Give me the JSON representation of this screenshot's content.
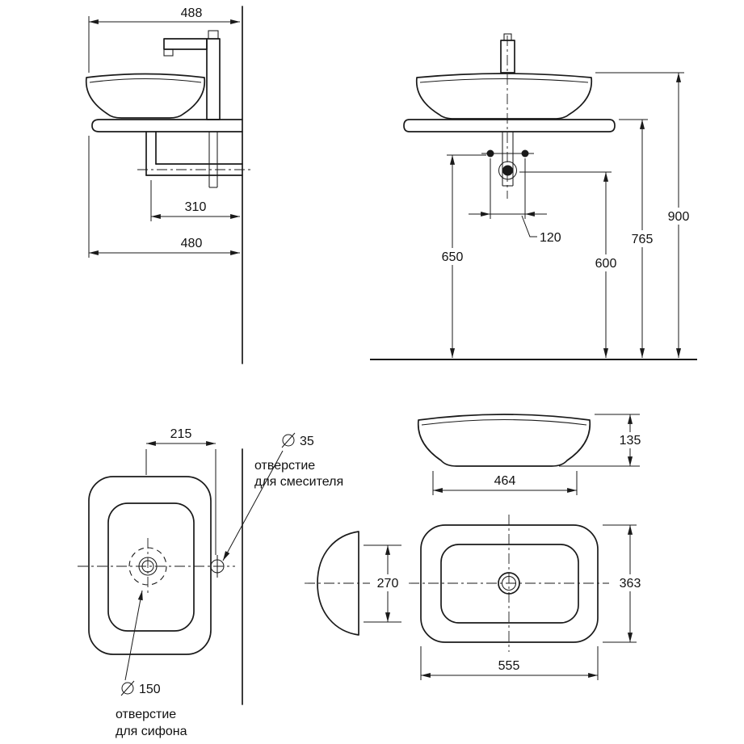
{
  "colors": {
    "ink": "#1a1a1a",
    "paper": "#ffffff"
  },
  "dims": {
    "d488": "488",
    "d310": "310",
    "d480": "480",
    "d120": "120",
    "d650": "650",
    "d600": "600",
    "d765": "765",
    "d900": "900",
    "d215": "215",
    "d35": "35",
    "d150": "150",
    "d135": "135",
    "d464": "464",
    "d270": "270",
    "d363": "363",
    "d555": "555"
  },
  "labels": {
    "mixer1": "отверстие",
    "mixer2": "для смесителя",
    "siphon1": "отверстие",
    "siphon2": "для сифона"
  }
}
